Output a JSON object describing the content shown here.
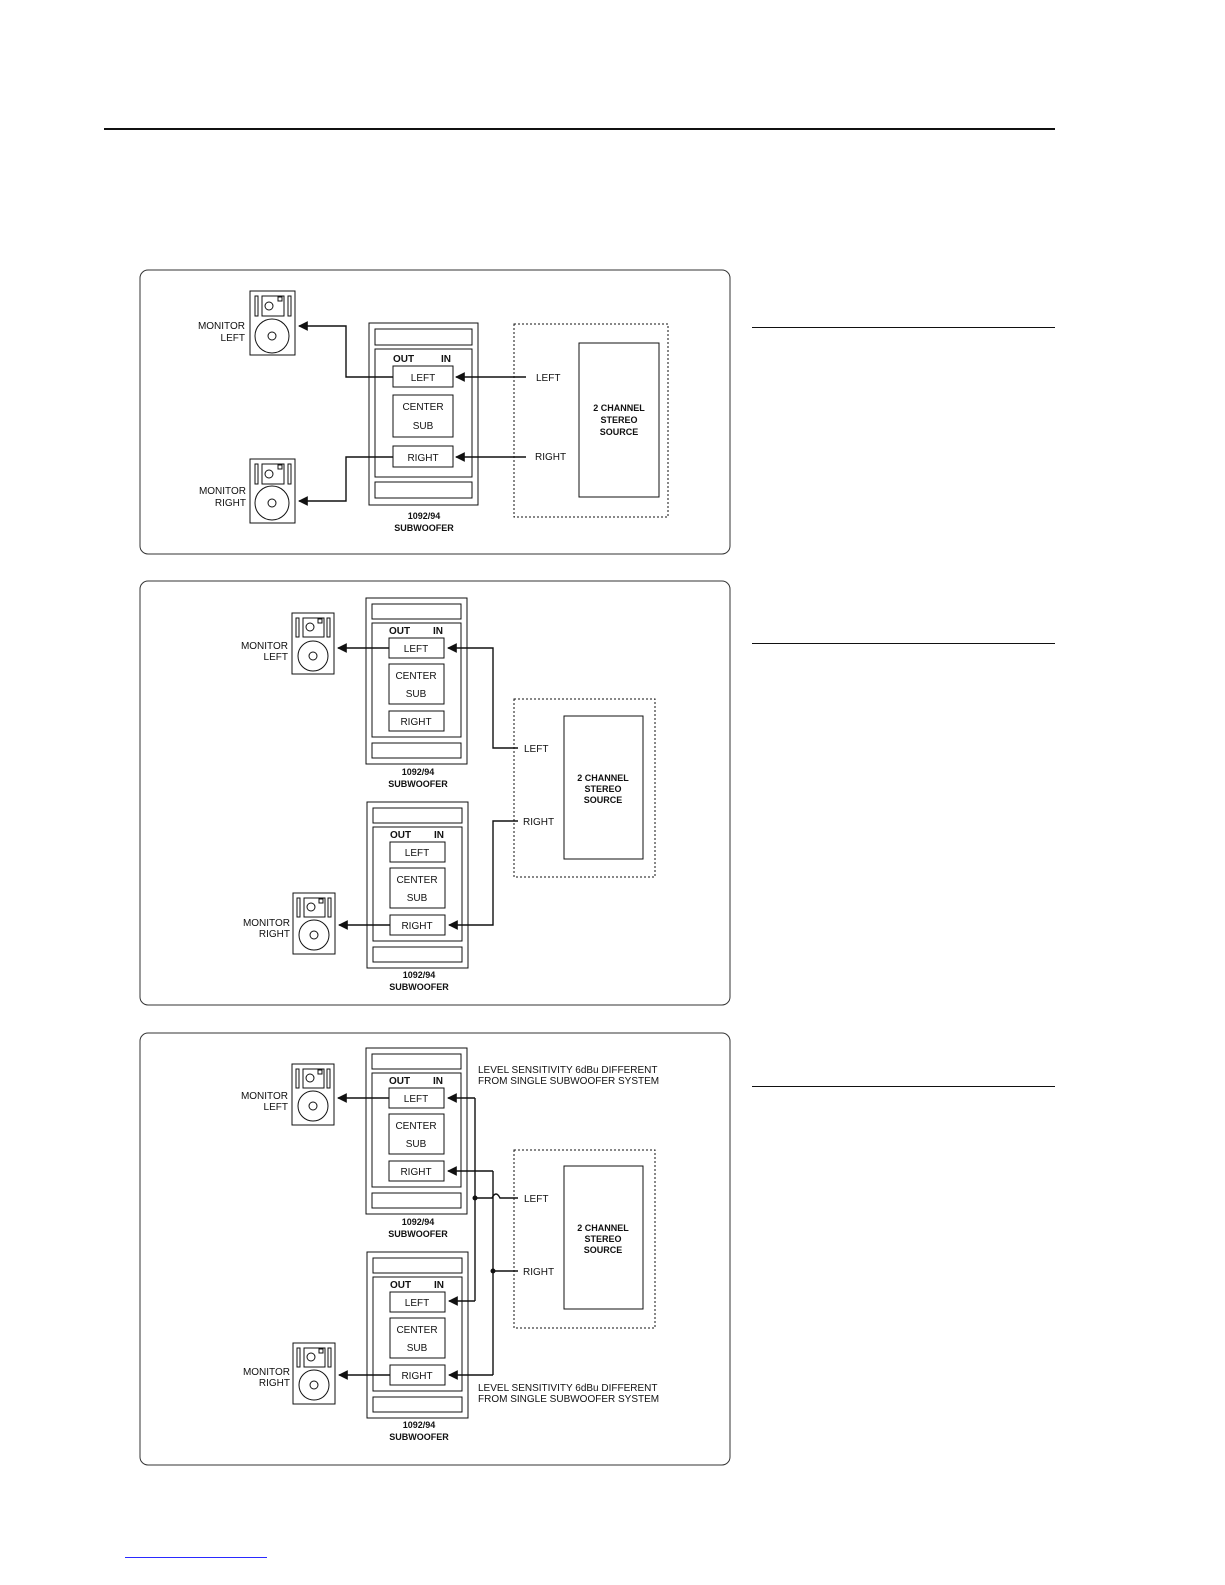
{
  "diagram1": {
    "monitor_left": [
      "MONITOR",
      "LEFT"
    ],
    "monitor_right": [
      "MONITOR",
      "RIGHT"
    ],
    "unit": {
      "out": "OUT",
      "in": "IN",
      "left": "LEFT",
      "center": "CENTER",
      "sub": "SUB",
      "right": "RIGHT",
      "caption": [
        "1092/94",
        "SUBWOOFER"
      ]
    },
    "source_left": "LEFT",
    "source_right": "RIGHT",
    "source": [
      "2 CHANNEL",
      "STEREO",
      "SOURCE"
    ]
  },
  "diagram2": {
    "monitor_left": [
      "MONITOR",
      "LEFT"
    ],
    "monitor_right": [
      "MONITOR",
      "RIGHT"
    ],
    "unit_top": {
      "out": "OUT",
      "in": "IN",
      "left": "LEFT",
      "center": "CENTER",
      "sub": "SUB",
      "right": "RIGHT",
      "caption": [
        "1092/94",
        "SUBWOOFER"
      ]
    },
    "unit_bottom": {
      "out": "OUT",
      "in": "IN",
      "left": "LEFT",
      "center": "CENTER",
      "sub": "SUB",
      "right": "RIGHT",
      "caption": [
        "1092/94",
        "SUBWOOFER"
      ]
    },
    "source_left": "LEFT",
    "source_right": "RIGHT",
    "source": [
      "2 CHANNEL",
      "STEREO",
      "SOURCE"
    ]
  },
  "diagram3": {
    "monitor_left": [
      "MONITOR",
      "LEFT"
    ],
    "monitor_right": [
      "MONITOR",
      "RIGHT"
    ],
    "unit_top": {
      "out": "OUT",
      "in": "IN",
      "left": "LEFT",
      "center": "CENTER",
      "sub": "SUB",
      "right": "RIGHT",
      "caption": [
        "1092/94",
        "SUBWOOFER"
      ]
    },
    "unit_bottom": {
      "out": "OUT",
      "in": "IN",
      "left": "LEFT",
      "center": "CENTER",
      "sub": "SUB",
      "right": "RIGHT",
      "caption": [
        "1092/94",
        "SUBWOOFER"
      ]
    },
    "note_top": [
      "LEVEL SENSITIVITY 6dBu DIFFERENT",
      "FROM SINGLE SUBWOOFER SYSTEM"
    ],
    "note_bottom": [
      "LEVEL SENSITIVITY 6dBu DIFFERENT",
      "FROM SINGLE SUBWOOFER SYSTEM"
    ],
    "source_left": "LEFT",
    "source_right": "RIGHT",
    "source": [
      "2 CHANNEL",
      "STEREO",
      "SOURCE"
    ]
  }
}
